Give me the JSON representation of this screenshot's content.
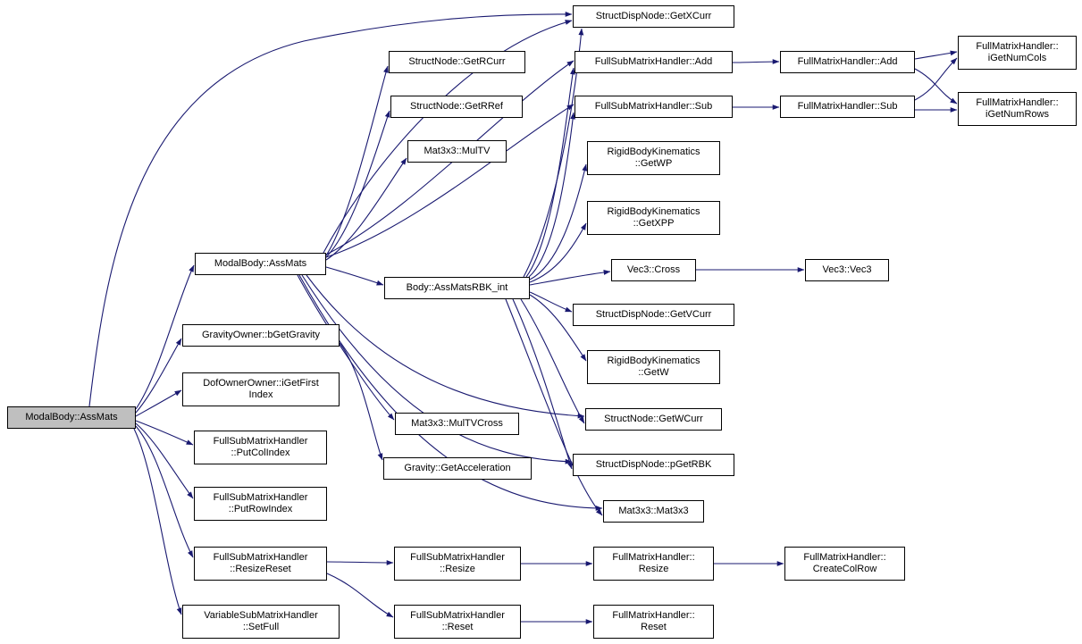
{
  "diagram": {
    "type": "call-graph",
    "colors": {
      "edge": "#191970",
      "node_border": "#000000",
      "node_fill": "#ffffff",
      "highlight_fill": "#bfbfbf",
      "background": "#ffffff",
      "text": "#000000"
    },
    "nodes": [
      {
        "id": "modalbody-assmats-root",
        "label": "ModalBody::AssMats",
        "highlighted": true
      },
      {
        "id": "modalbody-assmats",
        "label": "ModalBody::AssMats",
        "highlighted": false
      },
      {
        "id": "gravityowner-bgetgravity",
        "label": "GravityOwner::bGetGravity",
        "highlighted": false
      },
      {
        "id": "dofownerowner-igetfirstindex",
        "label": "DofOwnerOwner::iGetFirst\nIndex",
        "highlighted": false
      },
      {
        "id": "fullsubmatrixhandler-putcolindex",
        "label": "FullSubMatrixHandler\n::PutColIndex",
        "highlighted": false
      },
      {
        "id": "fullsubmatrixhandler-putrowindex",
        "label": "FullSubMatrixHandler\n::PutRowIndex",
        "highlighted": false
      },
      {
        "id": "fullsubmatrixhandler-resizereset",
        "label": "FullSubMatrixHandler\n::ResizeReset",
        "highlighted": false
      },
      {
        "id": "variablesubmatrixhandler-setfull",
        "label": "VariableSubMatrixHandler\n::SetFull",
        "highlighted": false
      },
      {
        "id": "structnode-getrcurr",
        "label": "StructNode::GetRCurr",
        "highlighted": false
      },
      {
        "id": "structnode-getrref",
        "label": "StructNode::GetRRef",
        "highlighted": false
      },
      {
        "id": "mat3x3-multv",
        "label": "Mat3x3::MulTV",
        "highlighted": false
      },
      {
        "id": "body-assmatsrbk-int",
        "label": "Body::AssMatsRBK_int",
        "highlighted": false
      },
      {
        "id": "mat3x3-multvcross",
        "label": "Mat3x3::MulTVCross",
        "highlighted": false
      },
      {
        "id": "gravity-getacceleration",
        "label": "Gravity::GetAcceleration",
        "highlighted": false
      },
      {
        "id": "fullsubmatrixhandler-resize",
        "label": "FullSubMatrixHandler\n::Resize",
        "highlighted": false
      },
      {
        "id": "fullsubmatrixhandler-reset",
        "label": "FullSubMatrixHandler\n::Reset",
        "highlighted": false
      },
      {
        "id": "structdispnode-getxcurr",
        "label": "StructDispNode::GetXCurr",
        "highlighted": false
      },
      {
        "id": "fullsubmatrixhandler-add",
        "label": "FullSubMatrixHandler::Add",
        "highlighted": false
      },
      {
        "id": "fullsubmatrixhandler-sub",
        "label": "FullSubMatrixHandler::Sub",
        "highlighted": false
      },
      {
        "id": "rigidbodykinematics-getwp",
        "label": "RigidBodyKinematics\n::GetWP",
        "highlighted": false
      },
      {
        "id": "rigidbodykinematics-getxpp",
        "label": "RigidBodyKinematics\n::GetXPP",
        "highlighted": false
      },
      {
        "id": "vec3-cross",
        "label": "Vec3::Cross",
        "highlighted": false
      },
      {
        "id": "structdispnode-getvcurr",
        "label": "StructDispNode::GetVCurr",
        "highlighted": false
      },
      {
        "id": "rigidbodykinematics-getw",
        "label": "RigidBodyKinematics\n::GetW",
        "highlighted": false
      },
      {
        "id": "structnode-getwcurr",
        "label": "StructNode::GetWCurr",
        "highlighted": false
      },
      {
        "id": "structdispnode-pgetrbk",
        "label": "StructDispNode::pGetRBK",
        "highlighted": false
      },
      {
        "id": "mat3x3-mat3x3",
        "label": "Mat3x3::Mat3x3",
        "highlighted": false
      },
      {
        "id": "fullmatrixhandler-resize",
        "label": "FullMatrixHandler::\nResize",
        "highlighted": false
      },
      {
        "id": "fullmatrixhandler-reset",
        "label": "FullMatrixHandler::\nReset",
        "highlighted": false
      },
      {
        "id": "fullmatrixhandler-add",
        "label": "FullMatrixHandler::Add",
        "highlighted": false
      },
      {
        "id": "fullmatrixhandler-sub",
        "label": "FullMatrixHandler::Sub",
        "highlighted": false
      },
      {
        "id": "vec3-vec3",
        "label": "Vec3::Vec3",
        "highlighted": false
      },
      {
        "id": "fullmatrixhandler-createcolrow",
        "label": "FullMatrixHandler::\nCreateColRow",
        "highlighted": false
      },
      {
        "id": "fullmatrixhandler-igetnumcols",
        "label": "FullMatrixHandler::\niGetNumCols",
        "highlighted": false
      },
      {
        "id": "fullmatrixhandler-igetnumrows",
        "label": "FullMatrixHandler::\niGetNumRows",
        "highlighted": false
      }
    ],
    "edges": [
      {
        "from": "modalbody-assmats-root",
        "to": "modalbody-assmats"
      },
      {
        "from": "modalbody-assmats-root",
        "to": "structdispnode-getxcurr"
      },
      {
        "from": "modalbody-assmats-root",
        "to": "gravityowner-bgetgravity"
      },
      {
        "from": "modalbody-assmats-root",
        "to": "dofownerowner-igetfirstindex"
      },
      {
        "from": "modalbody-assmats-root",
        "to": "fullsubmatrixhandler-putcolindex"
      },
      {
        "from": "modalbody-assmats-root",
        "to": "fullsubmatrixhandler-putrowindex"
      },
      {
        "from": "modalbody-assmats-root",
        "to": "fullsubmatrixhandler-resizereset"
      },
      {
        "from": "modalbody-assmats-root",
        "to": "variablesubmatrixhandler-setfull"
      },
      {
        "from": "modalbody-assmats",
        "to": "structnode-getrcurr"
      },
      {
        "from": "modalbody-assmats",
        "to": "structnode-getrref"
      },
      {
        "from": "modalbody-assmats",
        "to": "mat3x3-multv"
      },
      {
        "from": "modalbody-assmats",
        "to": "structdispnode-getxcurr"
      },
      {
        "from": "modalbody-assmats",
        "to": "fullsubmatrixhandler-add"
      },
      {
        "from": "modalbody-assmats",
        "to": "fullsubmatrixhandler-sub"
      },
      {
        "from": "modalbody-assmats",
        "to": "body-assmatsrbk-int"
      },
      {
        "from": "modalbody-assmats",
        "to": "mat3x3-multvcross"
      },
      {
        "from": "modalbody-assmats",
        "to": "structnode-getwcurr"
      },
      {
        "from": "modalbody-assmats",
        "to": "structdispnode-pgetrbk"
      },
      {
        "from": "modalbody-assmats",
        "to": "mat3x3-mat3x3"
      },
      {
        "from": "gravityowner-bgetgravity",
        "to": "gravity-getacceleration"
      },
      {
        "from": "body-assmatsrbk-int",
        "to": "structdispnode-getxcurr"
      },
      {
        "from": "body-assmatsrbk-int",
        "to": "fullsubmatrixhandler-add"
      },
      {
        "from": "body-assmatsrbk-int",
        "to": "fullsubmatrixhandler-sub"
      },
      {
        "from": "body-assmatsrbk-int",
        "to": "rigidbodykinematics-getwp"
      },
      {
        "from": "body-assmatsrbk-int",
        "to": "rigidbodykinematics-getxpp"
      },
      {
        "from": "body-assmatsrbk-int",
        "to": "vec3-cross"
      },
      {
        "from": "body-assmatsrbk-int",
        "to": "structdispnode-getvcurr"
      },
      {
        "from": "body-assmatsrbk-int",
        "to": "rigidbodykinematics-getw"
      },
      {
        "from": "body-assmatsrbk-int",
        "to": "structnode-getwcurr"
      },
      {
        "from": "body-assmatsrbk-int",
        "to": "structdispnode-pgetrbk"
      },
      {
        "from": "body-assmatsrbk-int",
        "to": "mat3x3-mat3x3"
      },
      {
        "from": "fullsubmatrixhandler-add",
        "to": "fullmatrixhandler-add"
      },
      {
        "from": "fullsubmatrixhandler-sub",
        "to": "fullmatrixhandler-sub"
      },
      {
        "from": "fullmatrixhandler-add",
        "to": "fullmatrixhandler-igetnumcols"
      },
      {
        "from": "fullmatrixhandler-add",
        "to": "fullmatrixhandler-igetnumrows"
      },
      {
        "from": "fullmatrixhandler-sub",
        "to": "fullmatrixhandler-igetnumcols"
      },
      {
        "from": "fullmatrixhandler-sub",
        "to": "fullmatrixhandler-igetnumrows"
      },
      {
        "from": "vec3-cross",
        "to": "vec3-vec3"
      },
      {
        "from": "fullsubmatrixhandler-resizereset",
        "to": "fullsubmatrixhandler-resize"
      },
      {
        "from": "fullsubmatrixhandler-resizereset",
        "to": "fullsubmatrixhandler-reset"
      },
      {
        "from": "fullsubmatrixhandler-resize",
        "to": "fullmatrixhandler-resize"
      },
      {
        "from": "fullmatrixhandler-resize",
        "to": "fullmatrixhandler-createcolrow"
      },
      {
        "from": "fullsubmatrixhandler-reset",
        "to": "fullmatrixhandler-reset"
      }
    ]
  }
}
